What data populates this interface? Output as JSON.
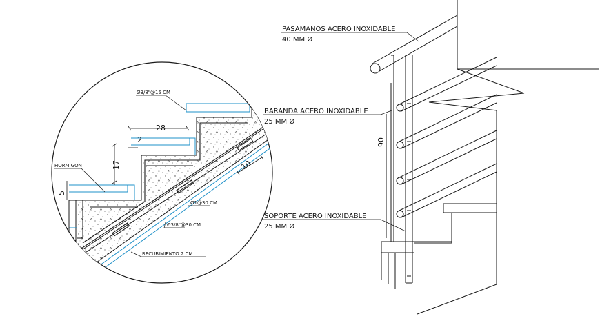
{
  "detail": {
    "hormigon": "HORMIGON",
    "top_rebar": "Ø3/8\"@15 CM",
    "mid_rebar": "Ø1@30 CM",
    "low_rebar": "Ø3/8\"@30 CM",
    "cover": "RECUBIMIENTO 2 CM",
    "dim_tread": "28",
    "dim_top": "2",
    "dim_riser": "17",
    "dim_slab": "10",
    "dim_left": "5"
  },
  "elevation": {
    "handrail_title": "PASAMANOS ACERO INOXIDABLE",
    "handrail_size": "40 MM Ø",
    "baranda_title": "BARANDA ACERO INOXIDABLE",
    "baranda_size": "25 MM Ø",
    "soporte_title": "SOPORTE ACERO INOXIDABLE",
    "soporte_size": "25 MM Ø",
    "height_dim": "90"
  },
  "colors": {
    "line": "#1a1a1a",
    "finish": "#1e90c8",
    "hatch": "#444444"
  }
}
